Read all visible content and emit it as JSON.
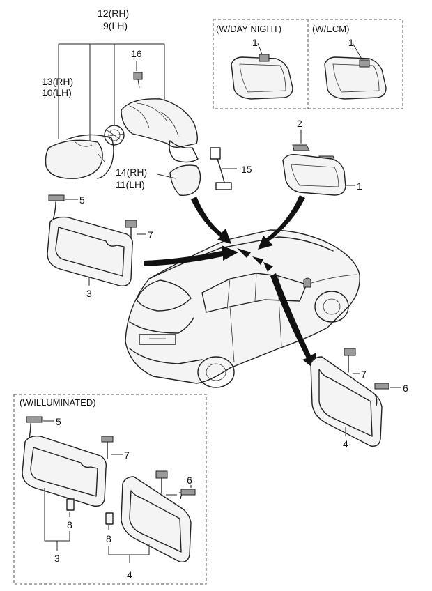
{
  "boxes": {
    "day_night_title": "(W/DAY  NIGHT)",
    "ecm_title": "(W/ECM)",
    "illuminated_title": "(W/ILLUMINATED)"
  },
  "callouts": {
    "rh12": "12(RH)",
    "lh9": "9(LH)",
    "rh13": "13(RH)",
    "lh10": "10(LH)",
    "rh14": "14(RH)",
    "lh11": "11(LH)",
    "n16": "16",
    "n15": "15",
    "n1_daynight": "1",
    "n1_ecm": "1",
    "n2": "2",
    "n1_mirror": "1",
    "n5_top": "5",
    "n7_top": "7",
    "n3_top": "3",
    "n7_right": "7",
    "n6_right": "6",
    "n4_right": "4",
    "n5_illum": "5",
    "n7_illum_left": "7",
    "n8_illum_left": "8",
    "n3_illum": "3",
    "n6_illum": "6",
    "n7_illum_right": "7",
    "n8_illum_right": "8",
    "n4_illum": "4"
  }
}
